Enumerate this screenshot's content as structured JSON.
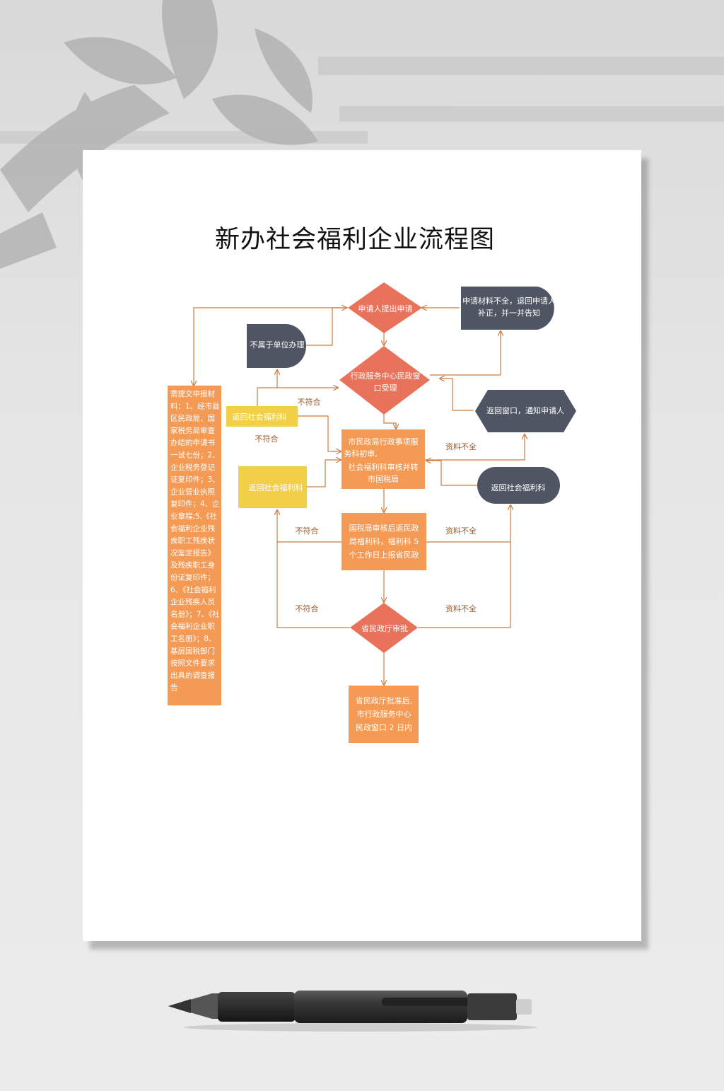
{
  "title": "新办社会福利企业流程图",
  "colors": {
    "diamond": "#e8735a",
    "orange_box": "#f59a54",
    "yellow_box": "#f1cf47",
    "dark_box": "#4f5563",
    "connector": "#cf7a3e",
    "label_text": "#9a5a2a"
  },
  "nodes": {
    "apply": "申请人提出申请",
    "window_accept_1": "行政服务中心民政窗",
    "window_accept_2": "口受理",
    "incomplete_1": "申请材料不全，退回申请人",
    "incomplete_2": "补正，并一并告知",
    "not_belong": "不属于单位办理",
    "return_window": "返回窗口，通知申请人",
    "return_welfare_1": "返回社会福利科",
    "return_welfare_2": "返回社会福利科",
    "return_welfare_3": "返回社会福利科",
    "city_review_1": "市民政局行政事项服",
    "city_review_2": "务科初审,",
    "city_review_3": "社会福利科审核并转",
    "city_review_4": "市国税局",
    "tax_review_1": "国税局审核后返民政",
    "tax_review_2": "局福利科，福利科 5",
    "tax_review_3": "个工作日上报省民政",
    "province_approve": "省民政厅审批",
    "final_1": "省民政厅批准后,",
    "final_2": "市行政服务中心",
    "final_3": "民政窗口 2 日内",
    "materials": [
      "需提交申报材",
      "料：1、经市县",
      "区民政局、国",
      "家税务局审查",
      "办结的申请书",
      "一试七份；2、",
      "企业税务登记",
      "证复印件；3、",
      "企业营业执照",
      "复印件；4、企",
      "业章程;5,《社",
      "会福利企业残",
      "疾职工残疾状",
      "况鉴定报告》",
      "及残疾职工身",
      "份证复印件；",
      "6、《社会福利",
      "企业残疾人员",
      "名册》；7、《社",
      "会福利企业职",
      "工名册》；8、",
      "基层国税部门",
      "按照文件要求",
      "出具的调查报",
      "告"
    ]
  },
  "labels": {
    "not_conform_1": "不符合",
    "not_conform_2": "不符合",
    "not_conform_3": "不符合",
    "not_conform_4": "不符合",
    "incomplete_1": "资料不全",
    "incomplete_2": "资料不全",
    "incomplete_3": "资料不全"
  }
}
